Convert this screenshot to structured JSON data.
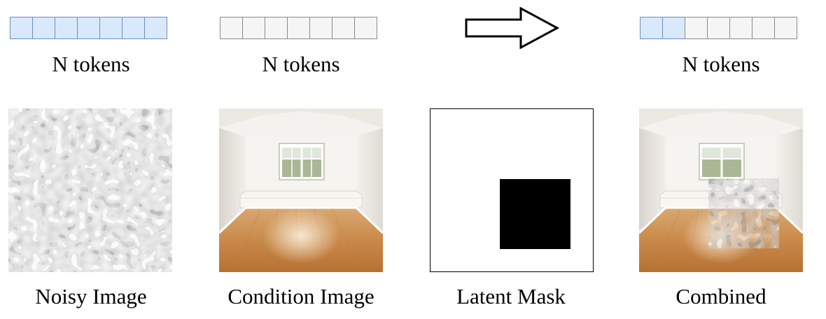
{
  "columns": [
    {
      "token_label": "N tokens",
      "caption": "Noisy Image",
      "tokens": [
        "filled",
        "filled",
        "filled",
        "filled",
        "filled",
        "filled",
        "filled"
      ]
    },
    {
      "token_label": "N tokens",
      "caption": "Condition Image",
      "tokens": [
        "empty",
        "empty",
        "empty",
        "empty",
        "empty",
        "empty",
        "empty"
      ]
    },
    {
      "token_label": "",
      "caption": "Latent Mask",
      "tokens": []
    },
    {
      "token_label": "N tokens",
      "caption": "Combined",
      "tokens": [
        "filled",
        "filled",
        "empty",
        "empty",
        "empty",
        "empty",
        "empty"
      ]
    }
  ],
  "colors": {
    "token_filled": "#dae8fc",
    "token_filled_border": "#6c8ebf",
    "token_empty": "#f5f5f5",
    "token_empty_border": "#8a8a8a",
    "mask_fill": "#000000"
  },
  "icons": {
    "arrow": "right-arrow-icon"
  }
}
